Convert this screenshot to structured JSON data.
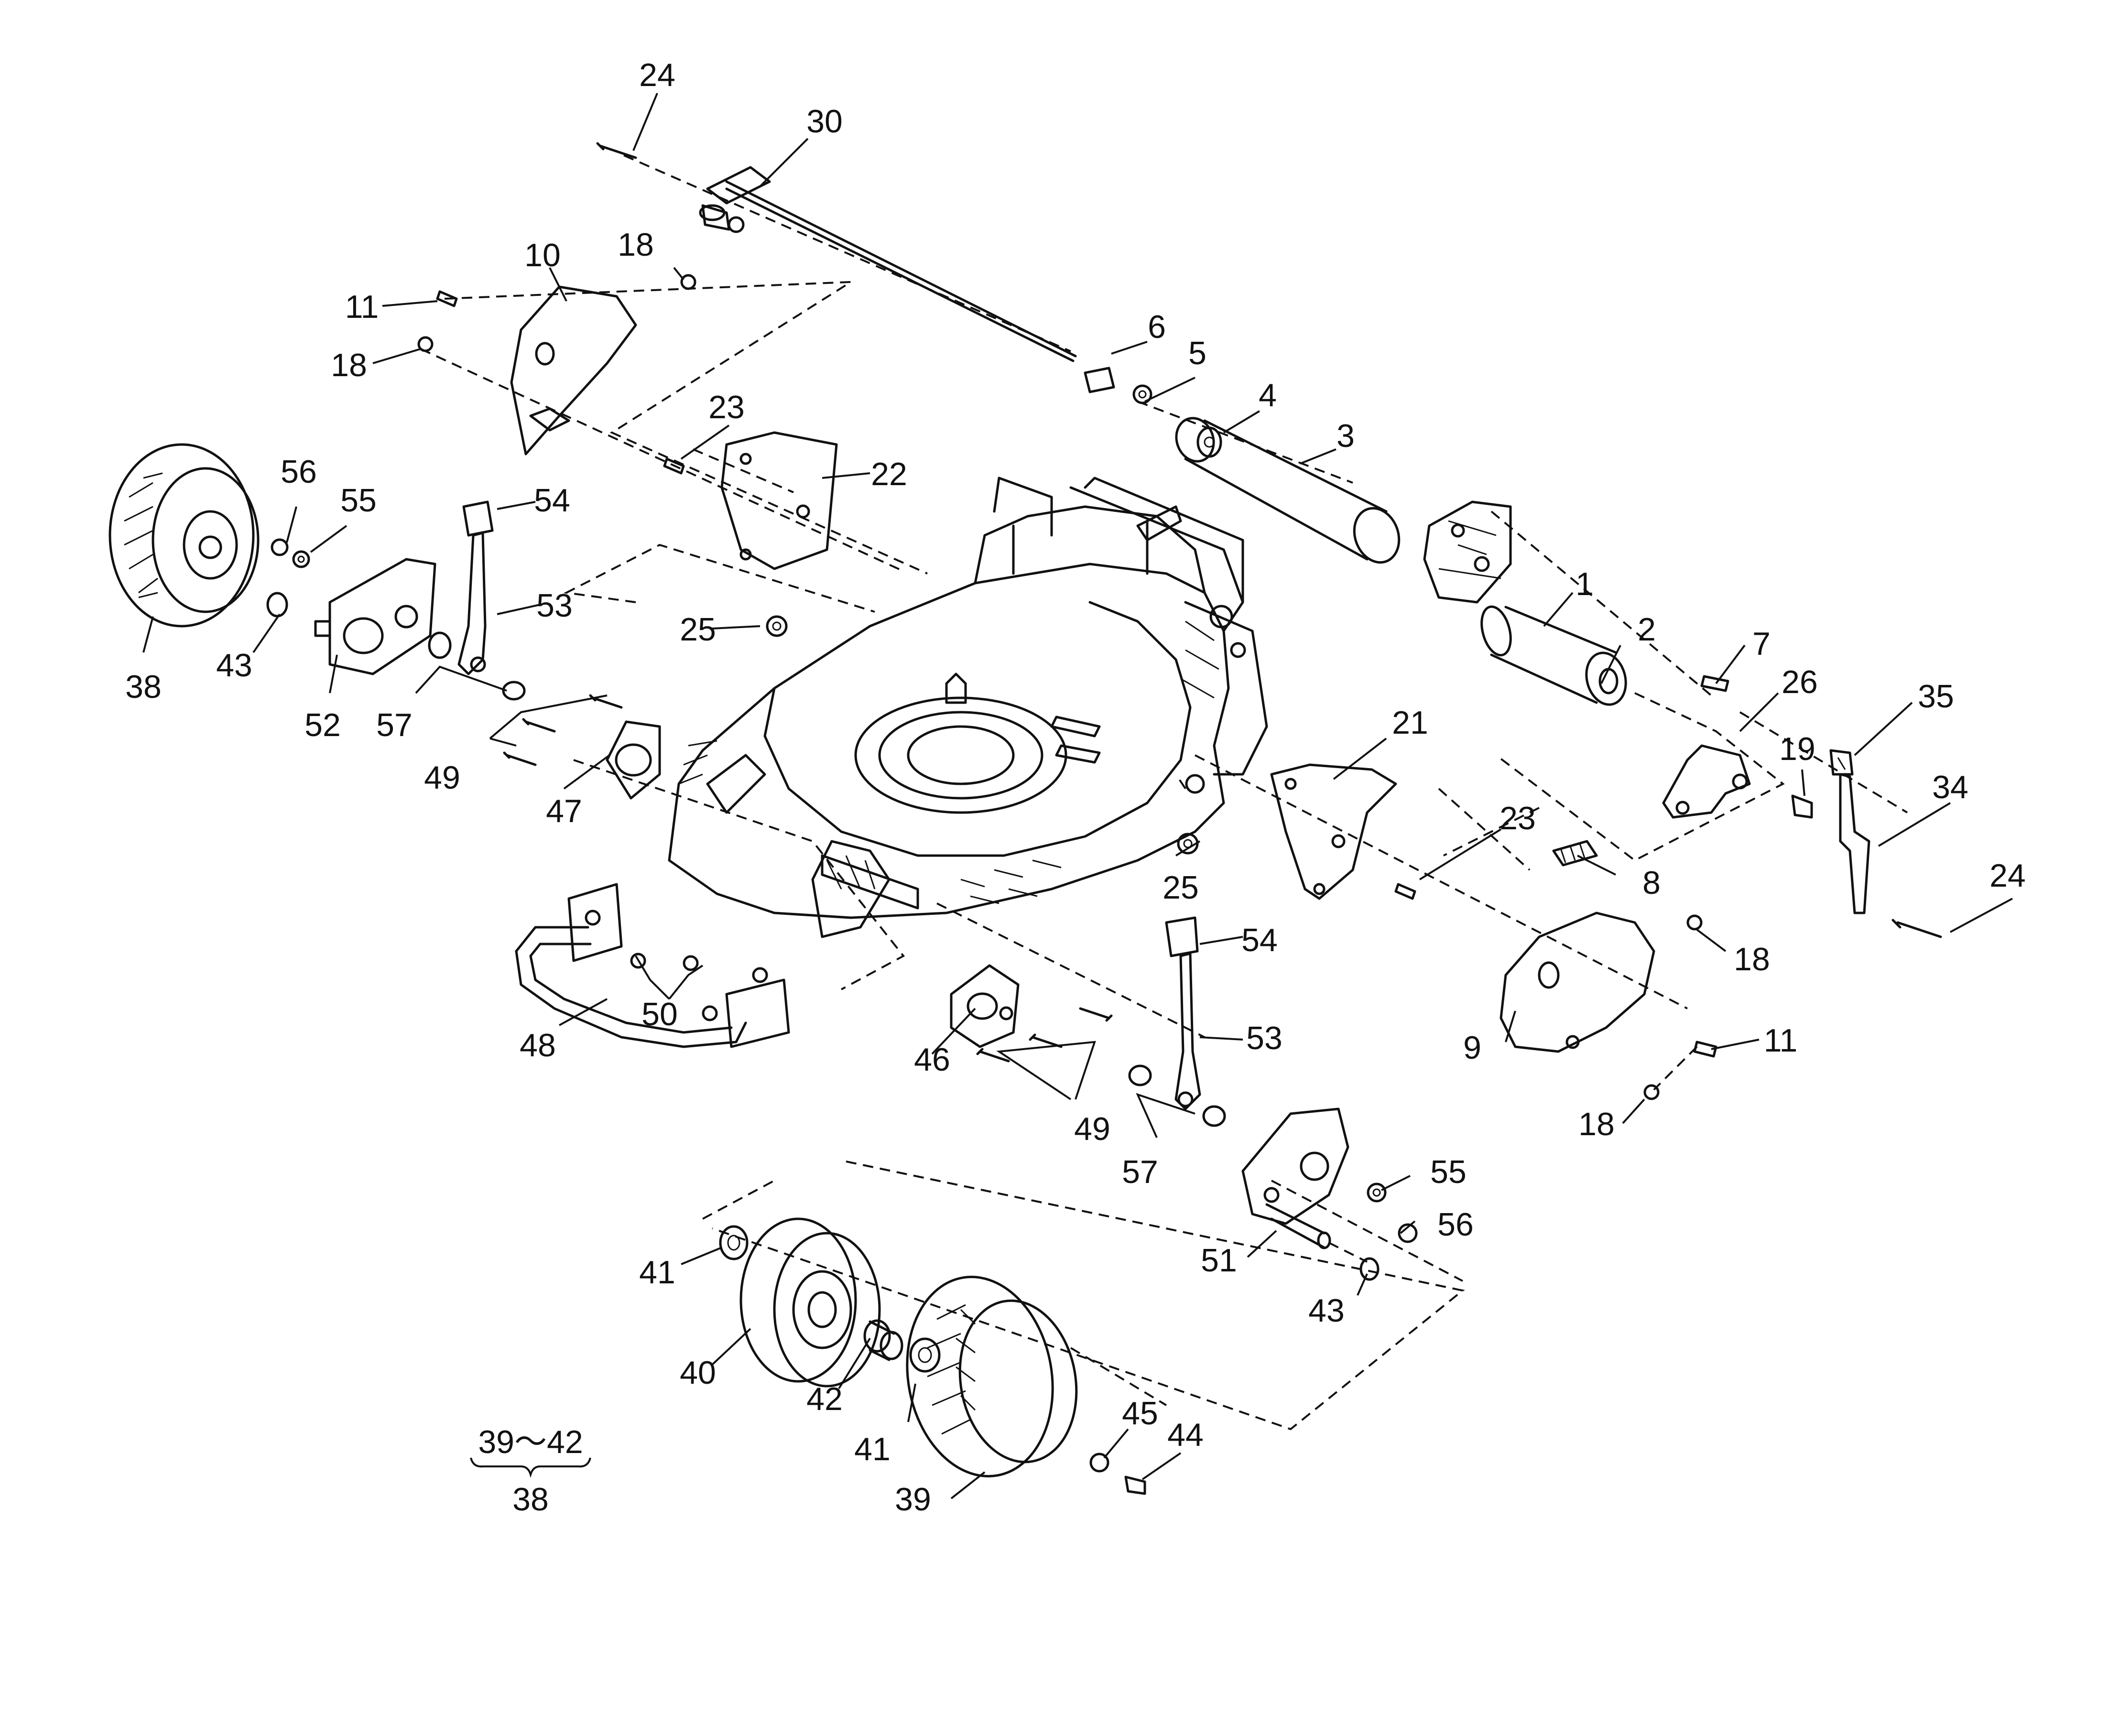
{
  "callouts": [
    {
      "id": "p24a",
      "label": "24"
    },
    {
      "id": "p30",
      "label": "30"
    },
    {
      "id": "p10",
      "label": "10"
    },
    {
      "id": "p18a",
      "label": "18"
    },
    {
      "id": "p11a",
      "label": "11"
    },
    {
      "id": "p18b",
      "label": "18"
    },
    {
      "id": "p6",
      "label": "6"
    },
    {
      "id": "p5",
      "label": "5"
    },
    {
      "id": "p4",
      "label": "4"
    },
    {
      "id": "p3",
      "label": "3"
    },
    {
      "id": "p23a",
      "label": "23"
    },
    {
      "id": "p22",
      "label": "22"
    },
    {
      "id": "p56a",
      "label": "56"
    },
    {
      "id": "p55a",
      "label": "55"
    },
    {
      "id": "p54a",
      "label": "54"
    },
    {
      "id": "p53a",
      "label": "53"
    },
    {
      "id": "p38a",
      "label": "38"
    },
    {
      "id": "p43a",
      "label": "43"
    },
    {
      "id": "p52",
      "label": "52"
    },
    {
      "id": "p57a",
      "label": "57"
    },
    {
      "id": "p25a",
      "label": "25"
    },
    {
      "id": "p49a",
      "label": "49"
    },
    {
      "id": "p47",
      "label": "47"
    },
    {
      "id": "p1",
      "label": "1"
    },
    {
      "id": "p2",
      "label": "2"
    },
    {
      "id": "p7",
      "label": "7"
    },
    {
      "id": "p26",
      "label": "26"
    },
    {
      "id": "p35",
      "label": "35"
    },
    {
      "id": "p19",
      "label": "19"
    },
    {
      "id": "p21",
      "label": "21"
    },
    {
      "id": "p34",
      "label": "34"
    },
    {
      "id": "p23b",
      "label": "23"
    },
    {
      "id": "p8",
      "label": "8"
    },
    {
      "id": "p24b",
      "label": "24"
    },
    {
      "id": "p25b",
      "label": "25"
    },
    {
      "id": "p18c",
      "label": "18"
    },
    {
      "id": "p54b",
      "label": "54"
    },
    {
      "id": "p53b",
      "label": "53"
    },
    {
      "id": "p9",
      "label": "9"
    },
    {
      "id": "p11b",
      "label": "11"
    },
    {
      "id": "p48",
      "label": "48"
    },
    {
      "id": "p50",
      "label": "50"
    },
    {
      "id": "p46",
      "label": "46"
    },
    {
      "id": "p49b",
      "label": "49"
    },
    {
      "id": "p57b",
      "label": "57"
    },
    {
      "id": "p18d",
      "label": "18"
    },
    {
      "id": "p55b",
      "label": "55"
    },
    {
      "id": "p56b",
      "label": "56"
    },
    {
      "id": "p51",
      "label": "51"
    },
    {
      "id": "p43b",
      "label": "43"
    },
    {
      "id": "p41a",
      "label": "41"
    },
    {
      "id": "p40",
      "label": "40"
    },
    {
      "id": "p42",
      "label": "42"
    },
    {
      "id": "p41b",
      "label": "41"
    },
    {
      "id": "p45",
      "label": "45"
    },
    {
      "id": "p44",
      "label": "44"
    },
    {
      "id": "p39",
      "label": "39"
    }
  ],
  "legend": {
    "range": "39～42",
    "assembly": "38"
  }
}
